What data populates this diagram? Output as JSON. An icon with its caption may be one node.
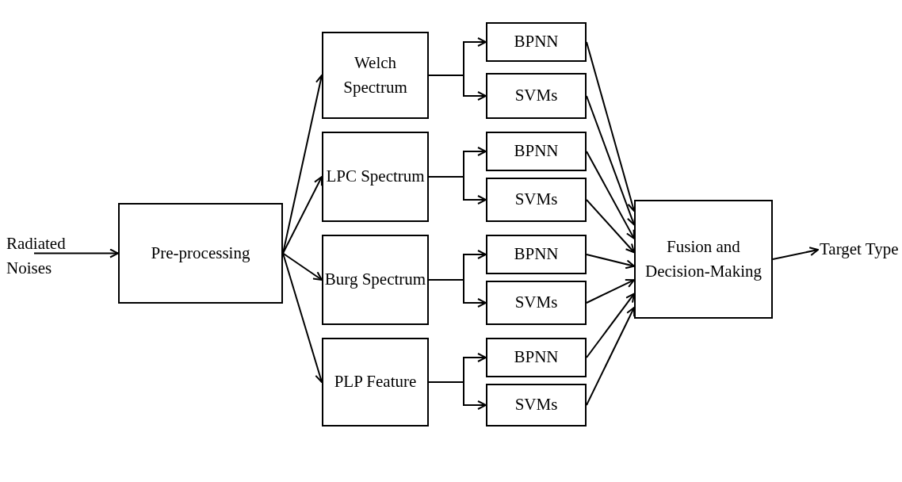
{
  "diagram": {
    "nodes": [
      {
        "text": [
          "Radiated Noises"
        ]
      },
      {
        "text": [
          "Pre-processing"
        ]
      },
      {
        "text": [
          "Welch Spectrum"
        ]
      },
      {
        "text": [
          "LPC Spectrum"
        ]
      },
      {
        "text": [
          "Burg Spectrum"
        ]
      },
      {
        "text": [
          "PLP Feature"
        ]
      },
      {
        "text": [
          "BPNN"
        ]
      },
      {
        "text": [
          "SVMs"
        ]
      },
      {
        "text": [
          "BPNN"
        ]
      },
      {
        "text": [
          "SVMs"
        ]
      },
      {
        "text": [
          "BPNN"
        ]
      },
      {
        "text": [
          "SVMs"
        ]
      },
      {
        "text": [
          "BPNN"
        ]
      },
      {
        "text": [
          "SVMs"
        ]
      },
      {
        "text": [
          "Fusion and Decision-Making"
        ]
      },
      {
        "text": [
          "Target Type"
        ]
      }
    ],
    "edges": [
      {
        "from": 0,
        "to": 1,
        "arrow": "to"
      },
      {
        "from": 1,
        "to": 2,
        "arrow": "to"
      },
      {
        "from": 1,
        "to": 3,
        "arrow": "to"
      },
      {
        "from": 1,
        "to": 4,
        "arrow": "to"
      },
      {
        "from": 1,
        "to": 5,
        "arrow": "to"
      },
      {
        "from": 2,
        "to": 6,
        "arrow": "to"
      },
      {
        "from": 2,
        "to": 7,
        "arrow": "to"
      },
      {
        "from": 3,
        "to": 8,
        "arrow": "to"
      },
      {
        "from": 3,
        "to": 9,
        "arrow": "to"
      },
      {
        "from": 4,
        "to": 10,
        "arrow": "to"
      },
      {
        "from": 4,
        "to": 11,
        "arrow": "to"
      },
      {
        "from": 5,
        "to": 12,
        "arrow": "to"
      },
      {
        "from": 5,
        "to": 13,
        "arrow": "to"
      },
      {
        "from": 6,
        "to": 14,
        "arrow": "to"
      },
      {
        "from": 7,
        "to": 14,
        "arrow": "to"
      },
      {
        "from": 8,
        "to": 14,
        "arrow": "to"
      },
      {
        "from": 9,
        "to": 14,
        "arrow": "to"
      },
      {
        "from": 10,
        "to": 14,
        "arrow": "to"
      },
      {
        "from": 11,
        "to": 14,
        "arrow": "to"
      },
      {
        "from": 12,
        "to": 14,
        "arrow": "to"
      },
      {
        "from": 13,
        "to": 14,
        "arrow": "to"
      },
      {
        "from": 14,
        "to": 15,
        "arrow": "to"
      }
    ]
  }
}
